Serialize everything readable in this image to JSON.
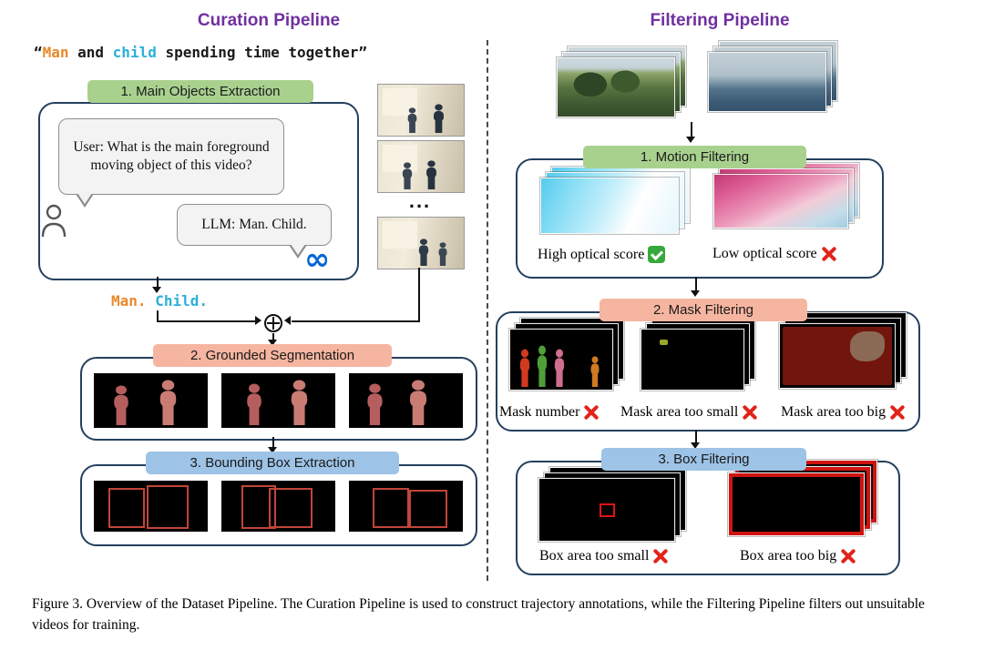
{
  "curation": {
    "title": "Curation Pipeline",
    "quote": {
      "open": "“",
      "man": "Man",
      "and": " and ",
      "child": "child",
      "rest": " spending time together”"
    },
    "step1_label": "1. Main Objects Extraction",
    "user_bubble": "User: What is the main foreground moving object of this video?",
    "llm_bubble": "LLM: Man. Child.",
    "result": {
      "man": "Man.",
      "child": "Child."
    },
    "frames_ellipsis": "...",
    "step2_label": "2. Grounded Segmentation",
    "step3_label": "3. Bounding Box Extraction"
  },
  "filtering": {
    "title": "Filtering Pipeline",
    "step1_label": "1. Motion Filtering",
    "high_score": "High optical score",
    "low_score": "Low optical score",
    "step2_label": "2. Mask Filtering",
    "mask_number": "Mask number",
    "mask_small": "Mask area too small",
    "mask_big": "Mask area too big",
    "step3_label": "3. Box Filtering",
    "box_small": "Box area too small",
    "box_big": "Box area too big"
  },
  "icons": {
    "meta_logo": "∞"
  },
  "caption": "Figure 3. Overview of the Dataset Pipeline. The Curation Pipeline is used to construct trajectory annotations, while the Filtering Pipeline filters out unsuitable videos for training.",
  "colors": {
    "title_purple": "#7030a0",
    "green_label": "#a9d18e",
    "peach_label": "#f6b5a0",
    "blue_label": "#9dc3e6",
    "box_border": "#24405e",
    "orange_text": "#e8892b",
    "cyan_text": "#2ab0d8",
    "check_green": "#37a93c",
    "cross_red": "#e2231a",
    "meta_blue": "#0866d6"
  }
}
